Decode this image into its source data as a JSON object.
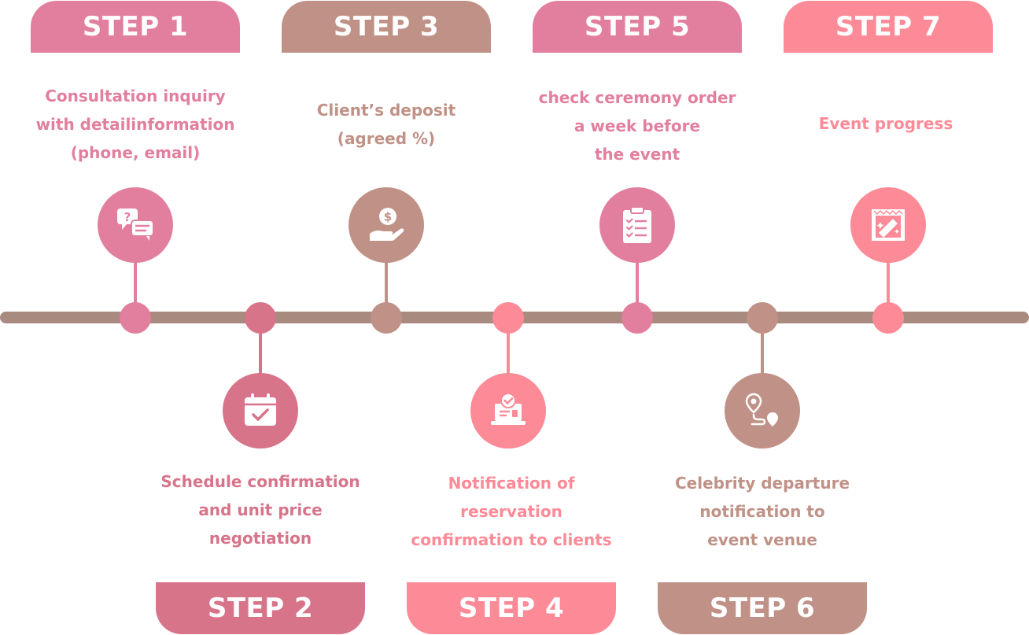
{
  "colors": {
    "pink": "#e27f9e",
    "rose_dark": "#d7748a",
    "taupe": "#c09287",
    "coral": "#fd8a97",
    "timeline": "#a88a7f"
  },
  "steps": [
    {
      "label": "STEP 1",
      "lines": [
        "Consultation inquiry",
        "with detailinformation",
        "(phone, email)"
      ],
      "icon": "chat-question-icon"
    },
    {
      "label": "STEP 2",
      "lines": [
        "Schedule confirmation",
        "and unit price",
        "negotiation"
      ],
      "icon": "calendar-check-icon"
    },
    {
      "label": "STEP 3",
      "lines": [
        "Client’s deposit",
        "(agreed %)"
      ],
      "icon": "hand-coin-icon"
    },
    {
      "label": "STEP 4",
      "lines": [
        "Notification of",
        "reservation",
        "confirmation to clients"
      ],
      "icon": "laptop-check-icon"
    },
    {
      "label": "STEP 5",
      "lines": [
        "check ceremony order",
        "a week before",
        "the event"
      ],
      "icon": "clipboard-list-icon"
    },
    {
      "label": "STEP 6",
      "lines": [
        "Celebrity departure",
        "notification to",
        "event venue"
      ],
      "icon": "route-pin-icon"
    },
    {
      "label": "STEP 7",
      "lines": [
        "Event progress"
      ],
      "icon": "stage-truss-icon"
    }
  ]
}
